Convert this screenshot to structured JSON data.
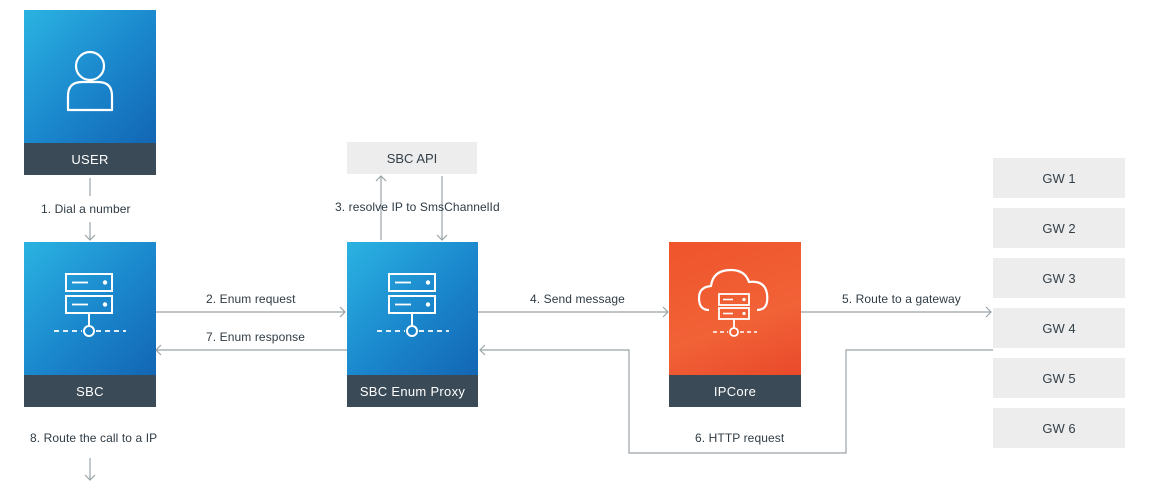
{
  "nodes": {
    "user": {
      "label": "USER",
      "icon": "user-icon"
    },
    "sbc": {
      "label": "SBC",
      "icon": "server-icon"
    },
    "proxy": {
      "label": "SBC Enum Proxy",
      "icon": "server-icon"
    },
    "ipcore": {
      "label": "IPCore",
      "icon": "cloud-server-icon"
    },
    "api": {
      "label": "SBC API"
    }
  },
  "gateways": [
    "GW 1",
    "GW 2",
    "GW 3",
    "GW 4",
    "GW 5",
    "GW 6"
  ],
  "steps": {
    "s1": "1. Dial a number",
    "s2": "2. Enum request",
    "s3": "3. resolve IP to SmsChannelId",
    "s4": "4. Send message",
    "s5": "5. Route to a gateway",
    "s6": "6. HTTP request",
    "s7": "7. Enum response",
    "s8": "8. Route the call to a IP"
  },
  "colors": {
    "blue_node": "#1a86cc",
    "orange_node": "#f0542c",
    "node_footer": "#3a4a56",
    "gateway_box": "#ededed",
    "connector": "#9aa3a8"
  }
}
